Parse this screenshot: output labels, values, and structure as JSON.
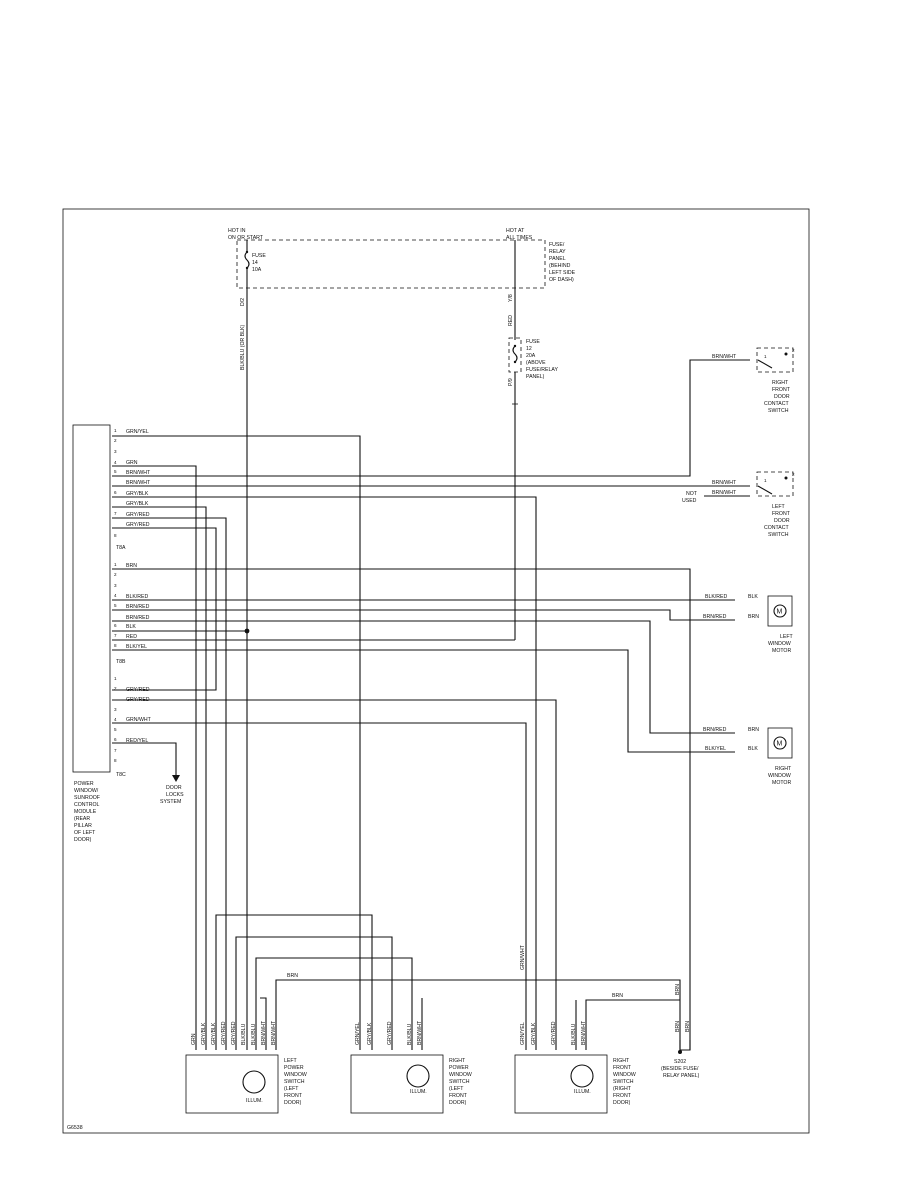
{
  "top": {
    "hot_run": [
      "HOT IN",
      "ON OR START"
    ],
    "hot_all": [
      "HOT AT",
      "ALL TIMES"
    ],
    "fuse_panel": [
      "FUSE/",
      "RELAY",
      "PANEL",
      "(BEHIND",
      "LEFT SIDE",
      "OF DASH)"
    ],
    "fuse14": [
      "FUSE",
      "14",
      "10A"
    ],
    "fuse12": [
      "FUSE",
      "12",
      "20A",
      "(ABOVE",
      "FUSE/RELAY",
      "PANEL)"
    ],
    "d2": "D/2",
    "y8": "Y/8",
    "p9": "P/9",
    "red": "RED",
    "feed_wire": "BLK/BLU (OR BLK)"
  },
  "module": {
    "label": [
      "POWER",
      "WINDOW/",
      "SUNROOF",
      "CONTROL",
      "MODULE",
      "(REAR",
      "PILLAR",
      "OF LEFT",
      "DOOR)"
    ],
    "t8a": "T8A",
    "t8b": "T8B",
    "t8c": "T8C",
    "t8a_wires": [
      "GRN/YEL",
      "",
      "",
      "GRN",
      "BRN/WHT",
      "BRN/WHT",
      "GRY/BLK",
      "GRY/BLK",
      "GRY/RED",
      "GRY/RED",
      ""
    ],
    "t8b_wires": [
      "BRN",
      "",
      "",
      "BLK/RED",
      "BRN/RED",
      "BRN/RED",
      "BLK",
      "RED",
      "BLK/YEL"
    ],
    "t8c_wires": [
      "",
      "GRY/RED",
      "GRY/RED",
      "",
      "GRN/WHT",
      "",
      "RED/YEL",
      "",
      ""
    ]
  },
  "right": {
    "rf_switch": [
      "RIGHT",
      "FRONT",
      "DOOR",
      "CONTACT",
      "SWITCH"
    ],
    "lf_switch": [
      "LEFT",
      "FRONT",
      "DOOR",
      "CONTACT",
      "SWITCH"
    ],
    "not_used": [
      "NOT",
      "USED"
    ],
    "brn_wht": "BRN/WHT",
    "left_motor": [
      "LEFT",
      "WINDOW",
      "MOTOR"
    ],
    "right_motor": [
      "RIGHT",
      "WINDOW",
      "MOTOR"
    ],
    "blk_red": "BLK/RED",
    "blk": "BLK",
    "brn_red": "BRN/RED",
    "brn": "BRN",
    "blk_yel": "BLK/YEL",
    "motor_symbol": "M",
    "pin1": "1",
    "pin2": "2"
  },
  "door_locks": [
    "DOOR",
    "LOCKS",
    "SYSTEM"
  ],
  "bottom": {
    "lps": [
      "LEFT",
      "POWER",
      "WINDOW",
      "SWITCH",
      "(LEFT",
      "FRONT",
      "DOOR)"
    ],
    "rps": [
      "RIGHT",
      "POWER",
      "WINDOW",
      "SWITCH",
      "(LEFT",
      "FRONT",
      "DOOR)"
    ],
    "rfs": [
      "RIGHT",
      "FRONT",
      "WINDOW",
      "SWITCH",
      "(RIGHT",
      "FRONT",
      "DOOR)"
    ],
    "illum": "ILLUM.",
    "lps_wires": [
      "GRN",
      "GRY/BLK",
      "GRY/BLK",
      "GRY/RED",
      "GRY/RED",
      "BLK/BLU",
      "BLK/BLU",
      "BRN/WHT",
      "BRN/WHT"
    ],
    "rps_wires": [
      "GRN/YEL",
      "GRY/BLK",
      "GRY/RED",
      "BLK/BLU",
      "BRN/WHT"
    ],
    "rfs_wires": [
      "GRN/YEL",
      "GRY/BLK",
      "GRY/RED",
      "BLK/BLU",
      "BRN/WHT"
    ],
    "grn_wht": "GRN/WHT",
    "brn": "BRN",
    "s202": [
      "S202",
      "(BESIDE FUSE/",
      "RELAY PANEL)"
    ],
    "fig_id": "G6538"
  }
}
